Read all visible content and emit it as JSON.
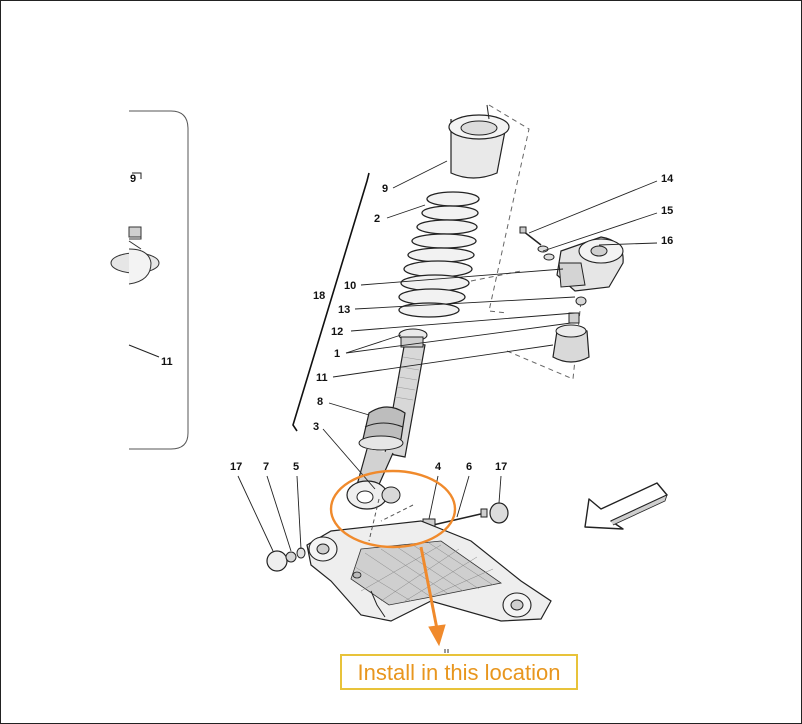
{
  "labels": {
    "p1a": "1",
    "p2": "2",
    "p3": "3",
    "p4": "4",
    "p5": "5",
    "p6": "6",
    "p7": "7",
    "p8": "8",
    "p9": "9",
    "p9_inset": "9",
    "p10": "10",
    "p11": "11",
    "p11_inset": "11",
    "p12": "12",
    "p13": "13",
    "p14": "14",
    "p15": "15",
    "p16": "16",
    "p17_left": "17",
    "p17_right": "17",
    "p18": "18"
  },
  "callout": {
    "text": "Install in this location",
    "accent_color": "#f08a2c",
    "text_color": "#e8961e",
    "box_border_color": "#e8c33a"
  },
  "icons": {
    "direction_arrow": "arrow-down-left-icon"
  }
}
